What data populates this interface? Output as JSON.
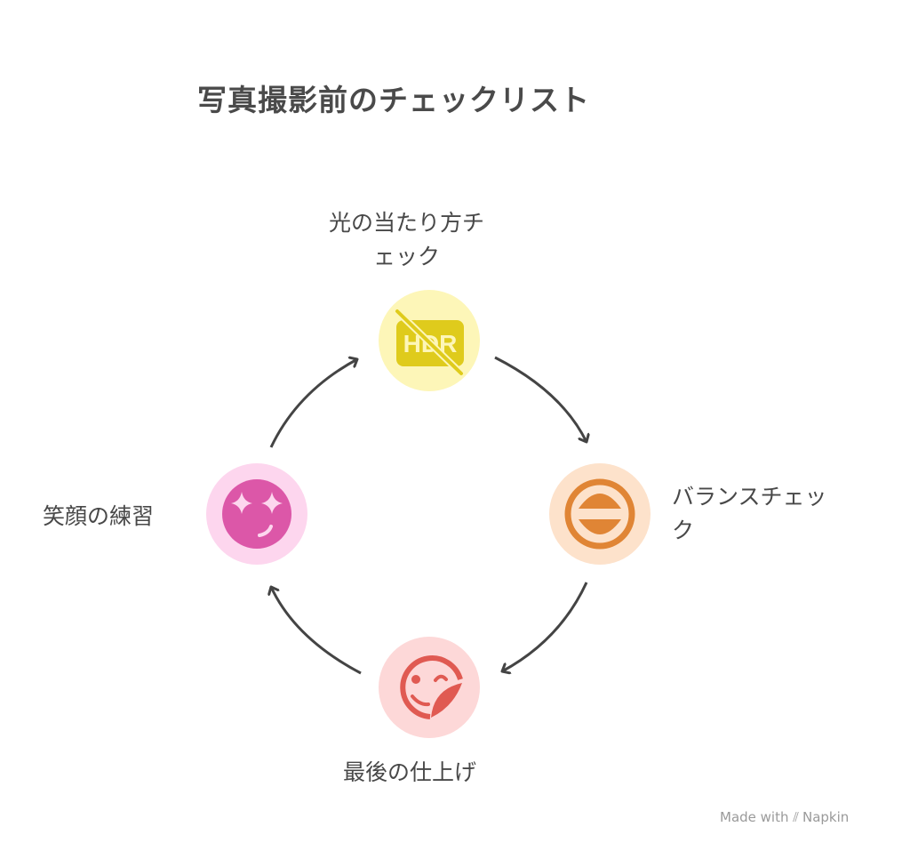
{
  "title": "写真撮影前のチェックリスト",
  "steps": [
    {
      "label_line1": "光の当たり方チ",
      "label_line2": "ェック",
      "icon": "hdr-off-icon",
      "bg": "#fdf6b8",
      "fg": "#dfcb1c"
    },
    {
      "label_line1": "バランスチェッ",
      "label_line2": "ク",
      "icon": "balance-circle-icon",
      "bg": "#fde2cb",
      "fg": "#e08535"
    },
    {
      "label_line1": "最後の仕上げ",
      "icon": "wink-sticker-icon",
      "bg": "#fdd8d8",
      "fg": "#e05a52"
    },
    {
      "label_line1": "笑顔の練習",
      "icon": "star-eyes-face-icon",
      "bg": "#fdd6ee",
      "fg": "#dc57a8"
    }
  ],
  "watermark": {
    "prefix": "Made with",
    "brand": "Napkin"
  }
}
